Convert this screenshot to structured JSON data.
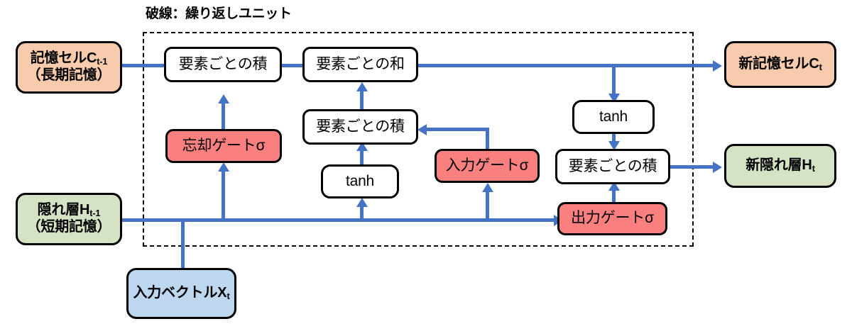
{
  "diagram": {
    "title_caption": "破線：繰り返しユニット",
    "colors": {
      "memory_cell": "#F7CBAC",
      "hidden_state": "#D3E3C3",
      "input_vector": "#BDD7EE",
      "gate": "#FA8080",
      "operation": "#FFFFFF",
      "connector": "#4472C4",
      "outline": "#000000"
    },
    "nodes": {
      "memory_cell_prev": {
        "line1": "記憶セルC",
        "sub1": "t-1",
        "line2": "（長期記憶）"
      },
      "hidden_state_prev": {
        "line1": "隠れ層H",
        "sub1": "t-1",
        "line2": "（短期記憶）"
      },
      "input_vector": {
        "line1": "入力ベクトルX",
        "sub1": "t"
      },
      "new_memory_cell": {
        "line1": "新記憶セルC",
        "sub1": "t"
      },
      "new_hidden_state": {
        "line1": "新隠れ層H",
        "sub1": "t"
      },
      "elementwise_product_forget": "要素ごとの積",
      "elementwise_sum": "要素ごとの和",
      "elementwise_product_input": "要素ごとの積",
      "elementwise_product_output": "要素ごとの積",
      "tanh_candidate": "tanh",
      "tanh_output": "tanh",
      "forget_gate": "忘却ゲートσ",
      "input_gate": "入力ゲートσ",
      "output_gate": "出力ゲートσ"
    }
  }
}
